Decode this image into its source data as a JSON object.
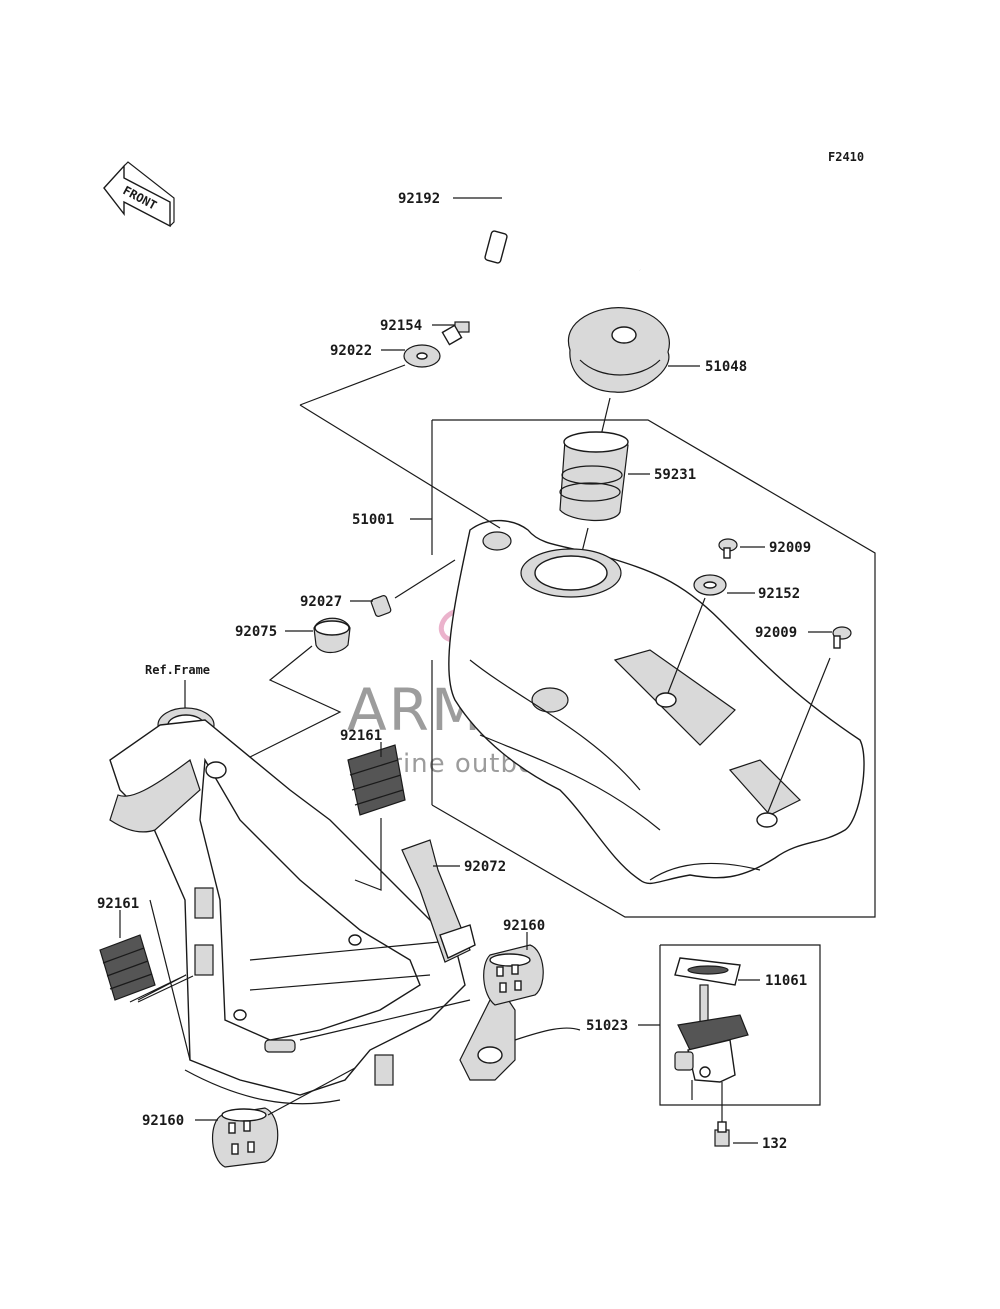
{
  "diagram_code": "F2410",
  "front_marker": "FRONT",
  "ref_frame_label": "Ref.Frame",
  "watermark": {
    "title": "ARMADA",
    "subtitle": "marine outboards",
    "logo_color": "#e8a6c4"
  },
  "part_labels": [
    {
      "id": "p-92192",
      "text": "92192"
    },
    {
      "id": "p-92154",
      "text": "92154"
    },
    {
      "id": "p-92022",
      "text": "92022"
    },
    {
      "id": "p-51048",
      "text": "51048"
    },
    {
      "id": "p-59231",
      "text": "59231"
    },
    {
      "id": "p-51001",
      "text": "51001"
    },
    {
      "id": "p-92009a",
      "text": "92009"
    },
    {
      "id": "p-92152",
      "text": "92152"
    },
    {
      "id": "p-92009b",
      "text": "92009"
    },
    {
      "id": "p-92027",
      "text": "92027"
    },
    {
      "id": "p-92075",
      "text": "92075"
    },
    {
      "id": "p-92161a",
      "text": "92161"
    },
    {
      "id": "p-92072",
      "text": "92072"
    },
    {
      "id": "p-92161b",
      "text": "92161"
    },
    {
      "id": "p-92160a",
      "text": "92160"
    },
    {
      "id": "p-11061",
      "text": "11061"
    },
    {
      "id": "p-51023",
      "text": "51023"
    },
    {
      "id": "p-132",
      "text": "132"
    },
    {
      "id": "p-92160b",
      "text": "92160"
    }
  ]
}
